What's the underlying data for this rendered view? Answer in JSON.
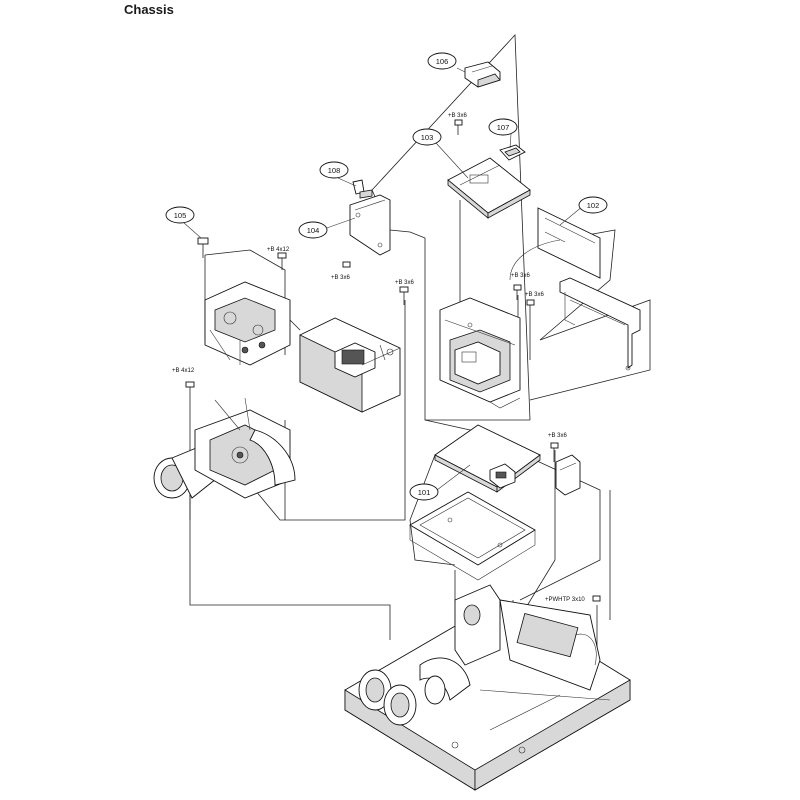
{
  "title": "Chassis",
  "callouts": [
    {
      "label": "101"
    },
    {
      "label": "102"
    },
    {
      "label": "103"
    },
    {
      "label": "104"
    },
    {
      "label": "105"
    },
    {
      "label": "106"
    },
    {
      "label": "107"
    },
    {
      "label": "108"
    }
  ],
  "screws": [
    {
      "label": "+B 3x6"
    },
    {
      "label": "+B 3x6"
    },
    {
      "label": "+B 4x12"
    },
    {
      "label": "+B 3x6"
    },
    {
      "label": "+B 3x6"
    },
    {
      "label": "+B 3x6"
    },
    {
      "label": "+B 4x12"
    },
    {
      "label": "+B 3x6"
    },
    {
      "label": "+PWHTP 3x10"
    }
  ]
}
